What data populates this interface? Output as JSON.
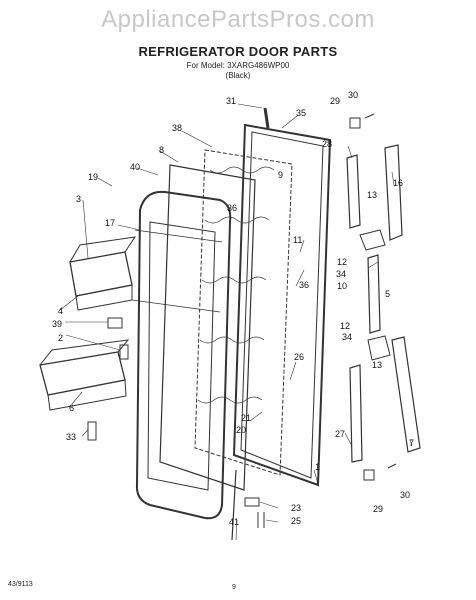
{
  "watermark": "AppliancePartsPros.com",
  "title": "REFRIGERATOR DOOR PARTS",
  "model_line": "For Model: 3XARG486WP00",
  "color_line": "(Black)",
  "footer_code": "43/9113",
  "page_number": "9",
  "callouts": [
    "31",
    "35",
    "29",
    "30",
    "38",
    "28",
    "8",
    "9",
    "40",
    "16",
    "19",
    "36",
    "13",
    "3",
    "17",
    "11",
    "12",
    "34",
    "10",
    "5",
    "36",
    "4",
    "39",
    "2",
    "12",
    "34",
    "26",
    "13",
    "6",
    "7",
    "33",
    "21",
    "20",
    "27",
    "1",
    "30",
    "23",
    "29",
    "25",
    "41"
  ]
}
